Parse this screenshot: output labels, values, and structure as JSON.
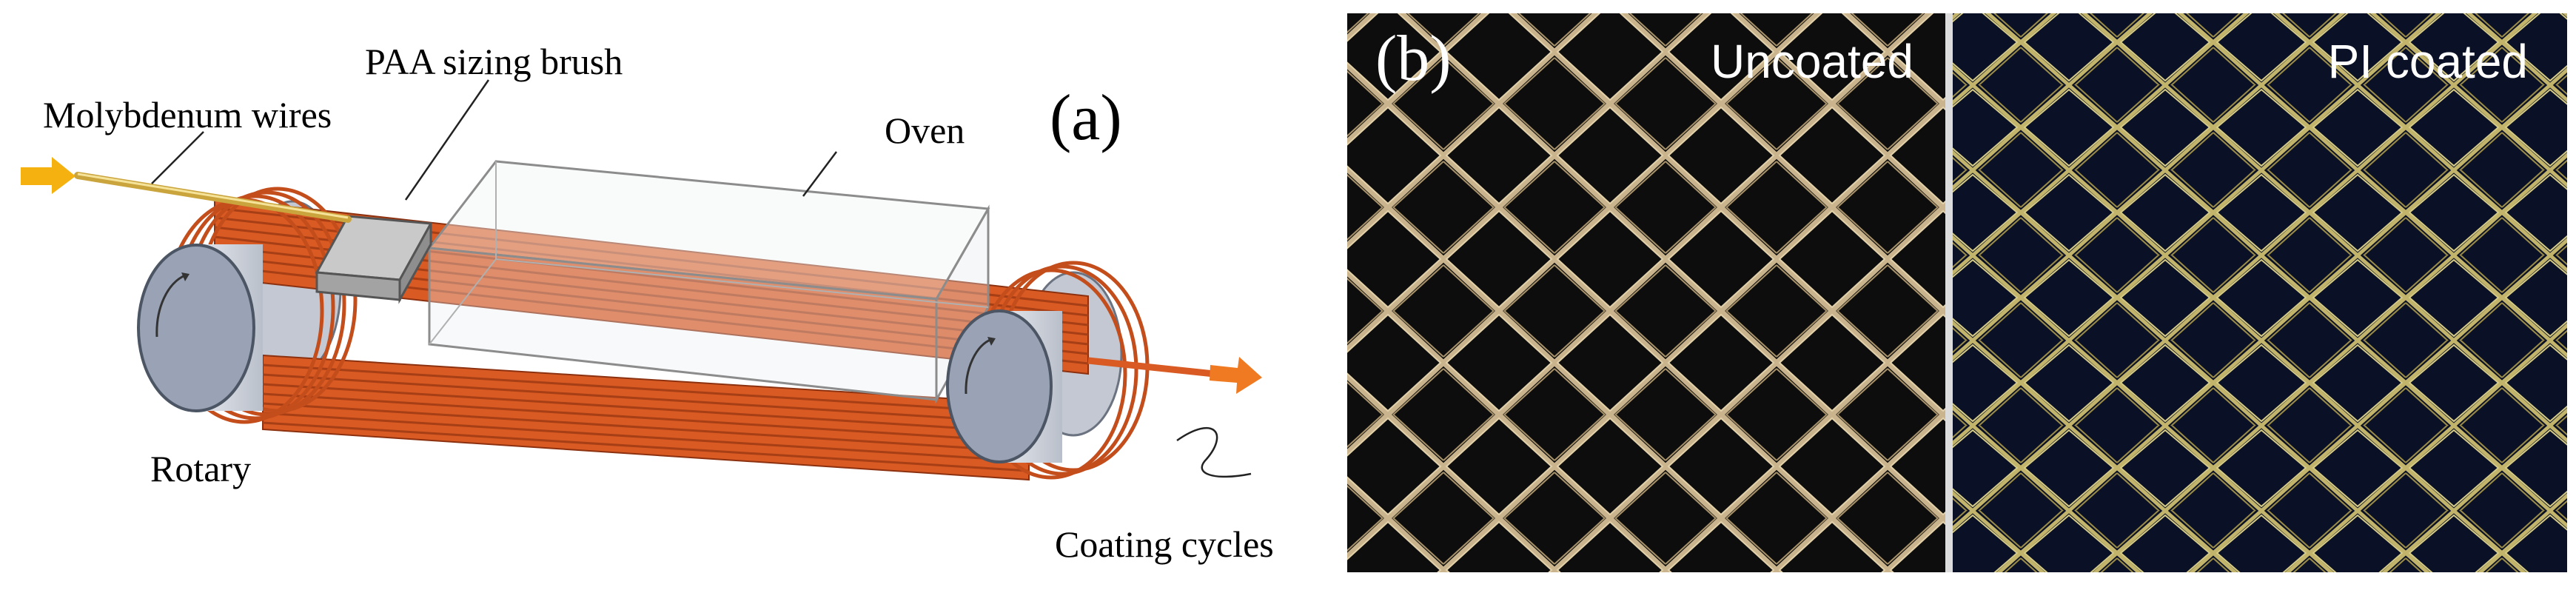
{
  "panel_a": {
    "label": "(a)",
    "labels": {
      "paa_brush": "PAA sizing brush",
      "molybdenum": "Molybdenum wires",
      "oven": "Oven",
      "rotary": "Rotary",
      "coating_cycles": "Coating cycles"
    },
    "colors": {
      "wire_band": "#d95a22",
      "wire_band_dark": "#b8431a",
      "drum_face": "#9aa3b6",
      "input_arrow": "#f5b10f",
      "output_arrow": "#ef7a22"
    }
  },
  "panel_b": {
    "label": "(b)",
    "left_caption": "Uncoated",
    "right_caption": "PI coated",
    "colors": {
      "uncoated_bg": "#0d0d0d",
      "uncoated_mesh": "#c9b48d",
      "coated_bg": "#0a1026",
      "coated_mesh": "#c2b46a"
    }
  }
}
